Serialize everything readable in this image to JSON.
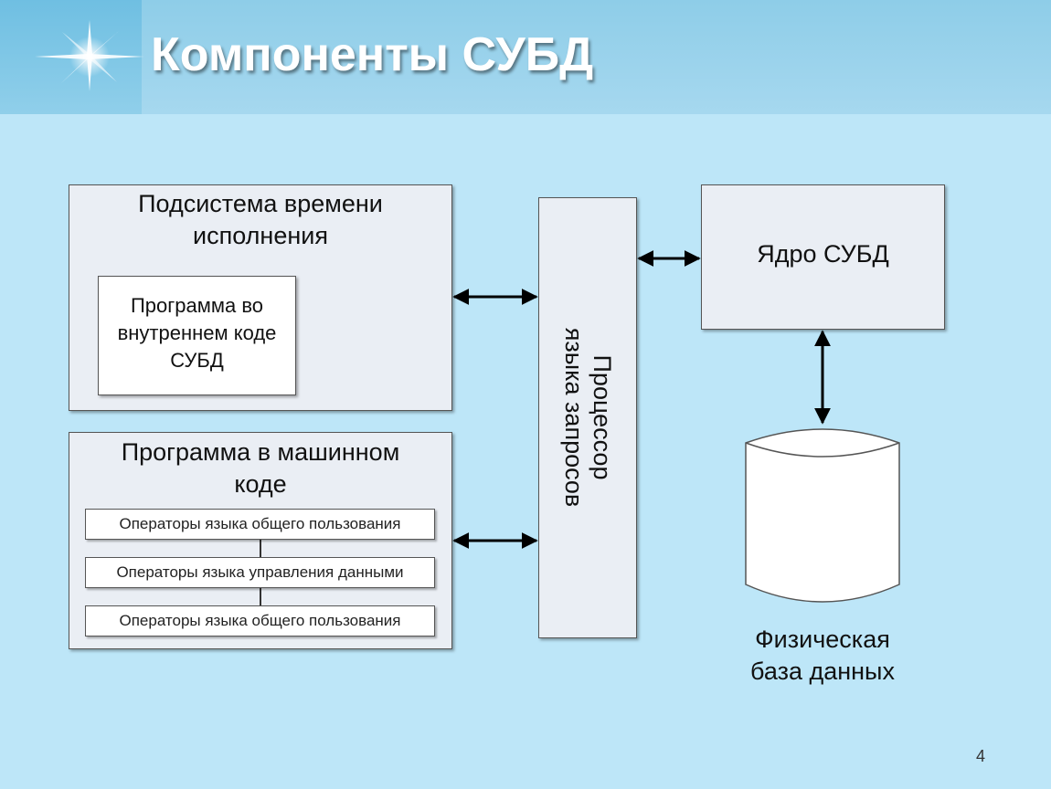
{
  "slide": {
    "title": "Компоненты СУБД",
    "page_number": "4"
  },
  "diagram": {
    "runtime_subsystem": {
      "label_line1": "Подсистема времени",
      "label_line2": "исполнения",
      "inner_line1": "Программа во",
      "inner_line2": "внутреннем коде",
      "inner_line3": "СУБД"
    },
    "machine_program": {
      "label_line1": "Программа в машинном",
      "label_line2": "коде",
      "operators": [
        "Операторы языка общего пользования",
        "Операторы языка управления данными",
        "Операторы языка общего пользования"
      ]
    },
    "query_processor": {
      "line1": "Процессор",
      "line2": "языка запросов"
    },
    "dbms_core": "Ядро СУБД",
    "physical_db": {
      "line1": "Физическая",
      "line2": "база данных"
    }
  }
}
